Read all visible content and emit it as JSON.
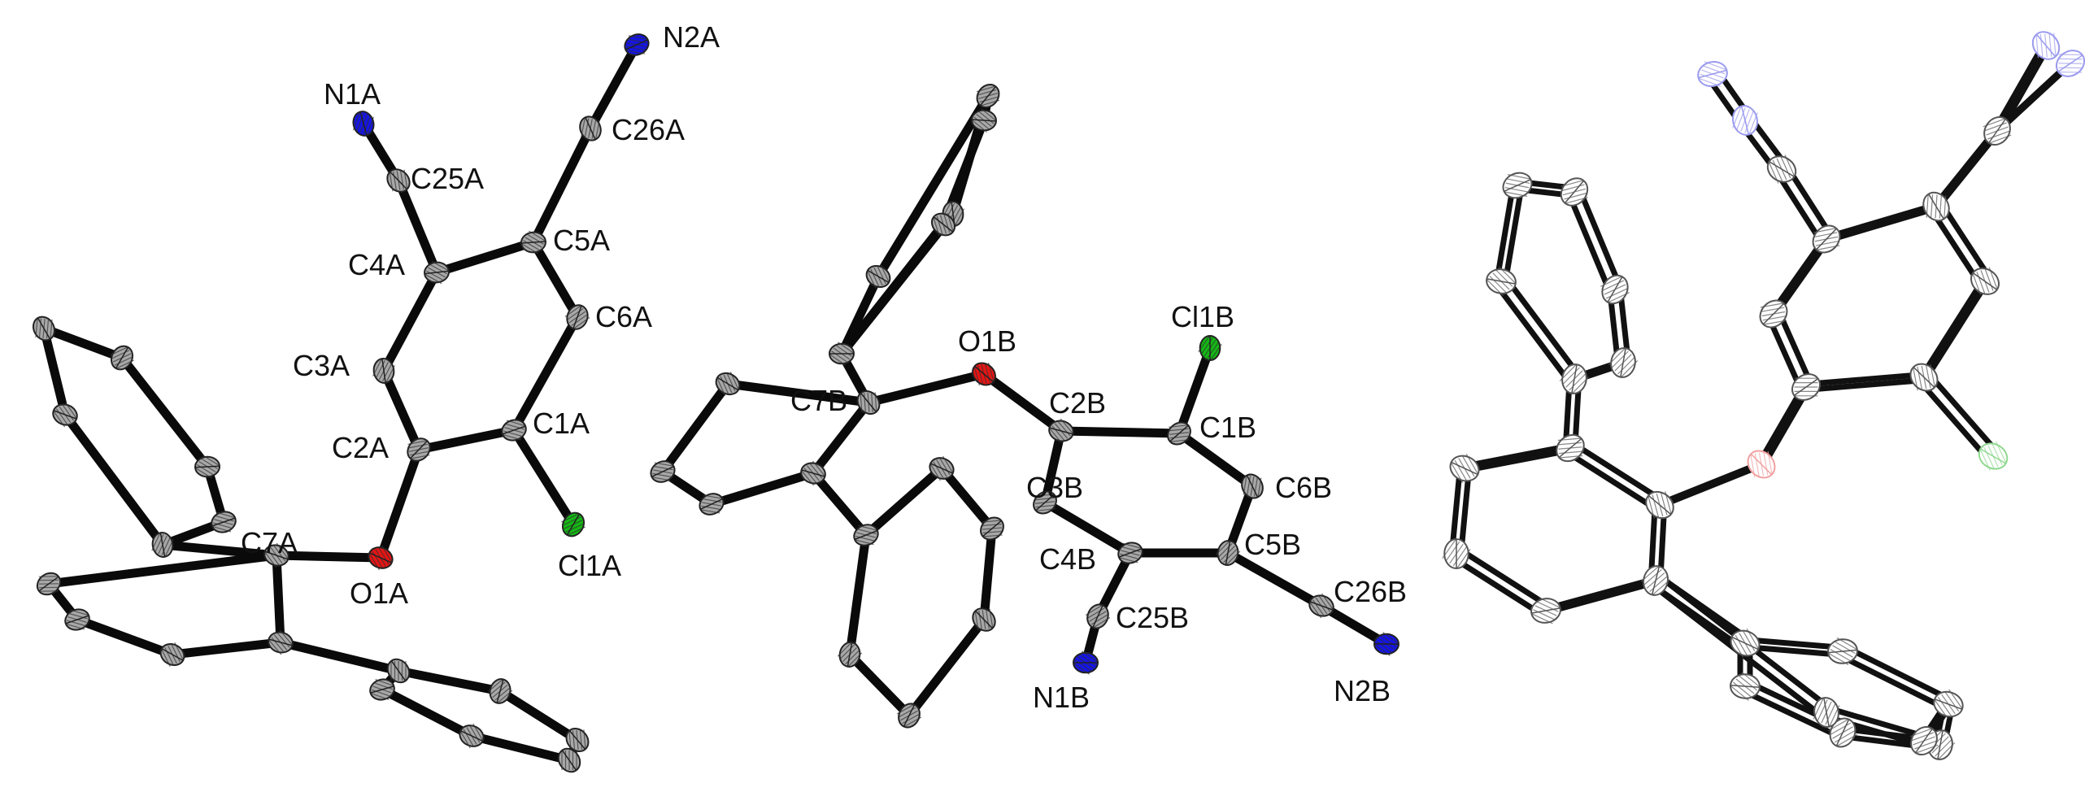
{
  "colors": {
    "bond": "#0a0a0a",
    "overlay_bond": "#111111",
    "carbon": "#a8a8a8",
    "nitrogen": "#1414e6",
    "oxygen": "#e61414",
    "chlorine": "#14b814",
    "overlay_nitrogen": "#9a9aee",
    "overlay_oxygen": "#f0a0a0",
    "overlay_chlorine": "#90d890",
    "overlay_carbon": "#ffffff"
  },
  "molecule_a": {
    "labels": [
      "N2A",
      "N1A",
      "C26A",
      "C25A",
      "C5A",
      "C4A",
      "C6A",
      "C3A",
      "C2A",
      "C1A",
      "C7A",
      "O1A",
      "Cl1A"
    ]
  },
  "molecule_b": {
    "labels": [
      "O1B",
      "Cl1B",
      "C7B",
      "C2B",
      "C1B",
      "C3B",
      "C6B",
      "C5B",
      "C4B",
      "C26B",
      "C25B",
      "N1B",
      "N2B"
    ]
  },
  "overlay": {
    "labels": []
  }
}
